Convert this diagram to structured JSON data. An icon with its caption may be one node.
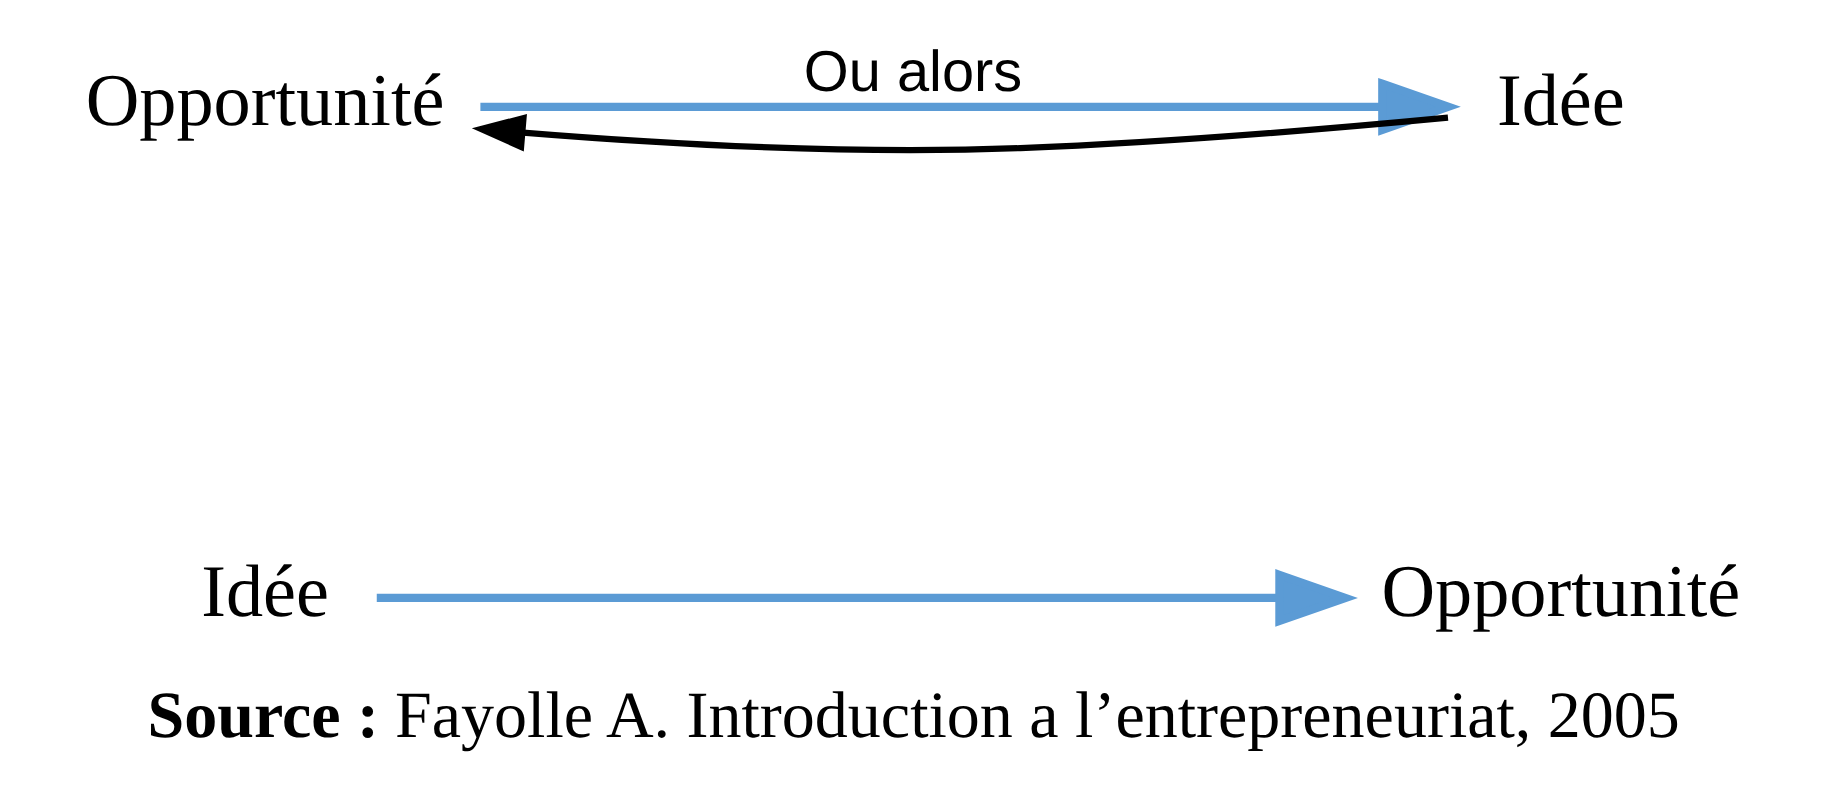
{
  "diagram": {
    "caption": "**Source :** Fayolle A. Introduction a l’entrepreneuriat, 2005",
    "nodes": [
      {
        "text": [
          "Idée"
        ]
      },
      {
        "text": [
          "Opportunité"
        ]
      },
      {
        "text": [
          "Opportunité"
        ]
      },
      {
        "text": [
          "Idée"
        ]
      }
    ],
    "edges": [
      {
        "from": 0,
        "to": 1,
        "arrow": "to"
      },
      {
        "from": 2,
        "to": 3,
        "arrow": "to",
        "label": "Ou alors"
      },
      {
        "from": 3,
        "to": 2,
        "arrow": "to",
        "color": "#000000"
      }
    ]
  }
}
